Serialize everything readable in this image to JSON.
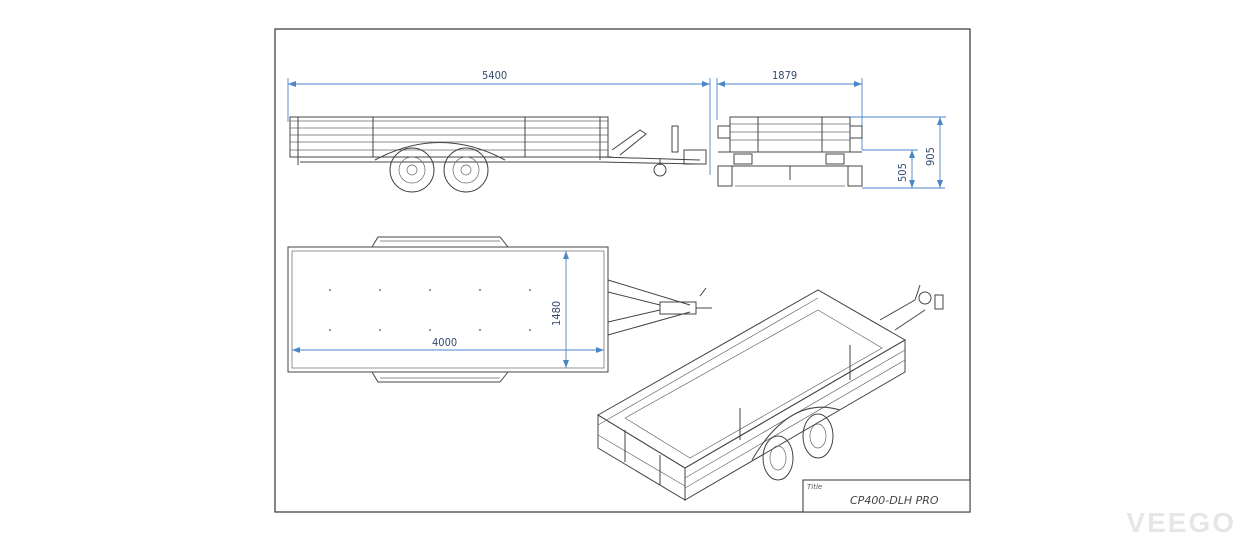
{
  "drawing": {
    "dimensions": {
      "overall_length": "5400",
      "overall_width": "1879",
      "deck_height": "505",
      "overall_height": "905",
      "box_length": "4000",
      "box_width": "1480"
    },
    "title_block": {
      "label": "Title",
      "title": "CP400-DLH PRO"
    }
  },
  "watermark": "VEEGO"
}
